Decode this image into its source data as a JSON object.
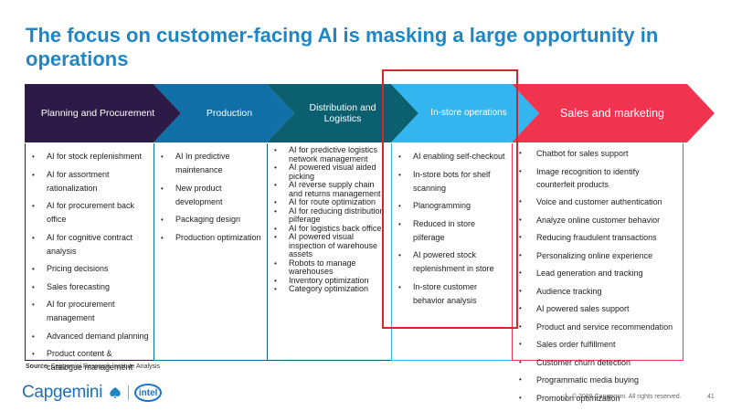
{
  "title": "The focus on customer-facing AI is masking a large opportunity in operations",
  "stages": [
    {
      "label": "Planning and Procurement",
      "color": "#2e1a47",
      "items": [
        "AI for stock replenishment",
        "AI for assortment rationalization",
        "AI for procurement back office",
        "AI for cognitive contract analysis",
        "Pricing decisions",
        "Sales forecasting",
        "AI for procurement management",
        "Advanced demand planning",
        "Product content & catalogue management"
      ]
    },
    {
      "label": "Production",
      "color": "#0f6fa6",
      "items": [
        "AI In predictive maintenance",
        "New product development",
        "Packaging design",
        "Production optimization"
      ]
    },
    {
      "label": "Distribution and Logistics",
      "color": "#0c5f6f",
      "items": [
        "AI for predictive logistics network management",
        "AI powered visual aided picking",
        "AI reverse supply chain and returns management",
        "AI for route optimization",
        "AI for reducing distribution pilferage",
        "AI for logistics back office",
        "AI powered visual inspection of warehouse assets",
        "Robots to manage warehouses",
        "Inventory optimization",
        "Category optimization"
      ]
    },
    {
      "label": "In-store operations",
      "color": "#33b5f0",
      "items": [
        "AI enabling self-checkout",
        "In-store bots for shelf scanning",
        "Planogramming",
        "Reduced in store pilferage",
        "AI powered stock replenishment in store",
        "In-store customer behavior analysis"
      ]
    },
    {
      "label": "Sales and marketing",
      "color": "#f0344f",
      "items": [
        "Chatbot for sales support",
        "Image recognition to identify counterfeit products",
        "Voice and customer authentication",
        "Analyze online customer behavior",
        "Reducing fraudulent transactions",
        "Personalizing online experience",
        "Lead generation and tracking",
        "Audience tracking",
        "AI powered sales support",
        "Product and service recommendation",
        "Sales order fulfillment",
        "Customer churn detection",
        "Programmatic media buying",
        "Promotion optimization"
      ]
    }
  ],
  "source": {
    "label": "Source",
    "text": ": Capgemini Research Institute Analysis"
  },
  "logos": {
    "capgemini": "Capgemini",
    "intel": "intel"
  },
  "footer": {
    "copyright": "© 2019 Capgemini. All rights reserved.",
    "page": "41"
  }
}
